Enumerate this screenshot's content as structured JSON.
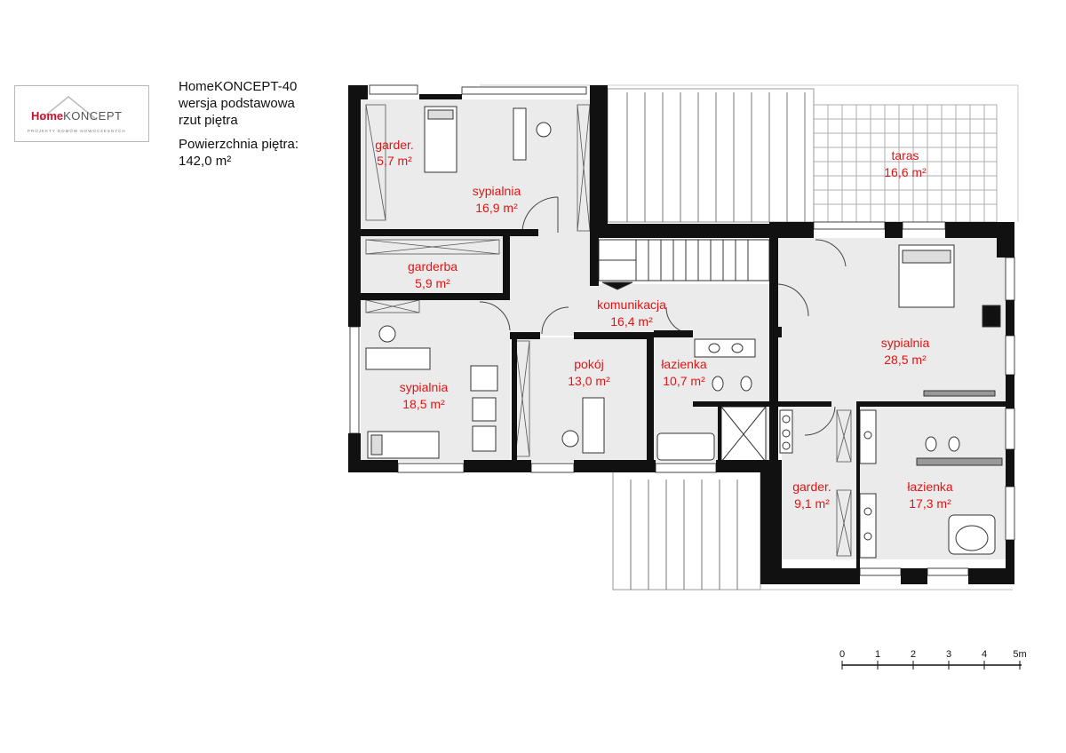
{
  "logo": {
    "brand_bold": "Home",
    "brand_rest": "KONCEPT",
    "tagline": "PROJEKTY DOMÓW NOWOCZESNYCH"
  },
  "info": {
    "title": "HomeKONCEPT-40",
    "variant": "wersja podstawowa",
    "view": "rzut piętra",
    "area_label": "Powierzchnia piętra:",
    "area_value": "142,0 m²"
  },
  "rooms": [
    {
      "name": "garder.",
      "area": "5,7 m²"
    },
    {
      "name": "sypialnia",
      "area": "16,9 m²"
    },
    {
      "name": "taras",
      "area": "16,6 m²"
    },
    {
      "name": "garderba",
      "area": "5,9 m²"
    },
    {
      "name": "komunikacja",
      "area": "16,4 m²"
    },
    {
      "name": "sypialnia",
      "area": "28,5 m²"
    },
    {
      "name": "sypialnia",
      "area": "18,5 m²"
    },
    {
      "name": "pokój",
      "area": "13,0 m²"
    },
    {
      "name": "łazienka",
      "area": "10,7 m²"
    },
    {
      "name": "garder.",
      "area": "9,1 m²"
    },
    {
      "name": "łazienka",
      "area": "17,3 m²"
    }
  ],
  "scale": {
    "ticks": [
      "0",
      "1",
      "2",
      "3",
      "4",
      "5m"
    ]
  },
  "colors": {
    "label": "#e01515",
    "wall": "#111111",
    "floor": "#ebebeb"
  }
}
